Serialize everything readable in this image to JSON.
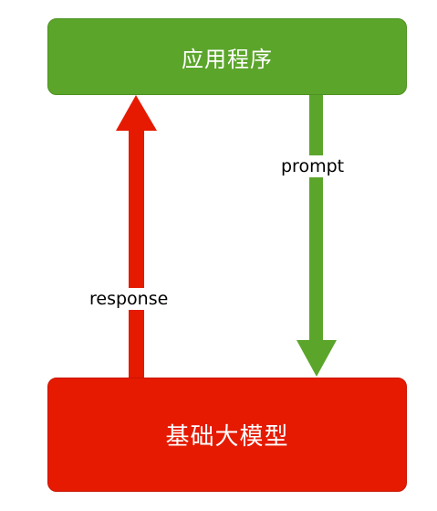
{
  "nodes": {
    "application": "应用程序",
    "foundation_model": "基础大模型"
  },
  "edges": {
    "prompt": "prompt",
    "response": "response"
  },
  "colors": {
    "application_fill": "#5ba52b",
    "model_fill": "#e51a00",
    "prompt_arrow": "#5ba52b",
    "response_arrow": "#e51a00"
  }
}
